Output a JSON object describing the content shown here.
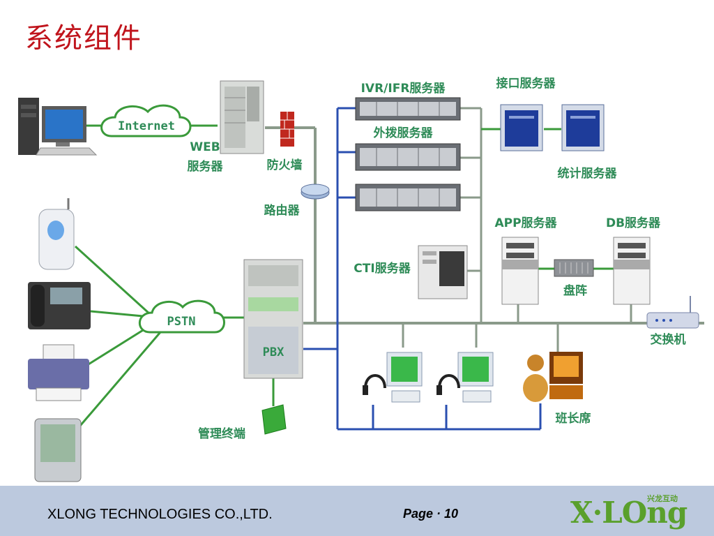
{
  "title": "系统组件",
  "labels": {
    "internet": "Internet",
    "web_line1": "WEB",
    "web_line2": "服务器",
    "firewall": "防火墙",
    "router": "路由器",
    "ivr": "IVR/IFR服务器",
    "outbound": "外拨服务器",
    "interface": "接口服务器",
    "stats": "统计服务器",
    "app": "APP服务器",
    "db": "DB服务器",
    "cti": "CTI服务器",
    "disk_array": "盘阵",
    "switch": "交换机",
    "pstn": "PSTN",
    "pbx": "PBX",
    "mgmt": "管理终端",
    "supervisor": "班长席"
  },
  "footer": {
    "company": "XLONG TECHNOLOGIES CO.,LTD.",
    "page": "Page · 10",
    "logo_main": "X·LOng",
    "logo_sub": "兴龙互动"
  },
  "colors": {
    "title": "#c0141c",
    "label": "#2e8b57",
    "line_green": "#3a9a3a",
    "line_blue": "#2a4fb0",
    "line_gray": "#8a9a8a",
    "footer_bg": "#bcc9de"
  }
}
